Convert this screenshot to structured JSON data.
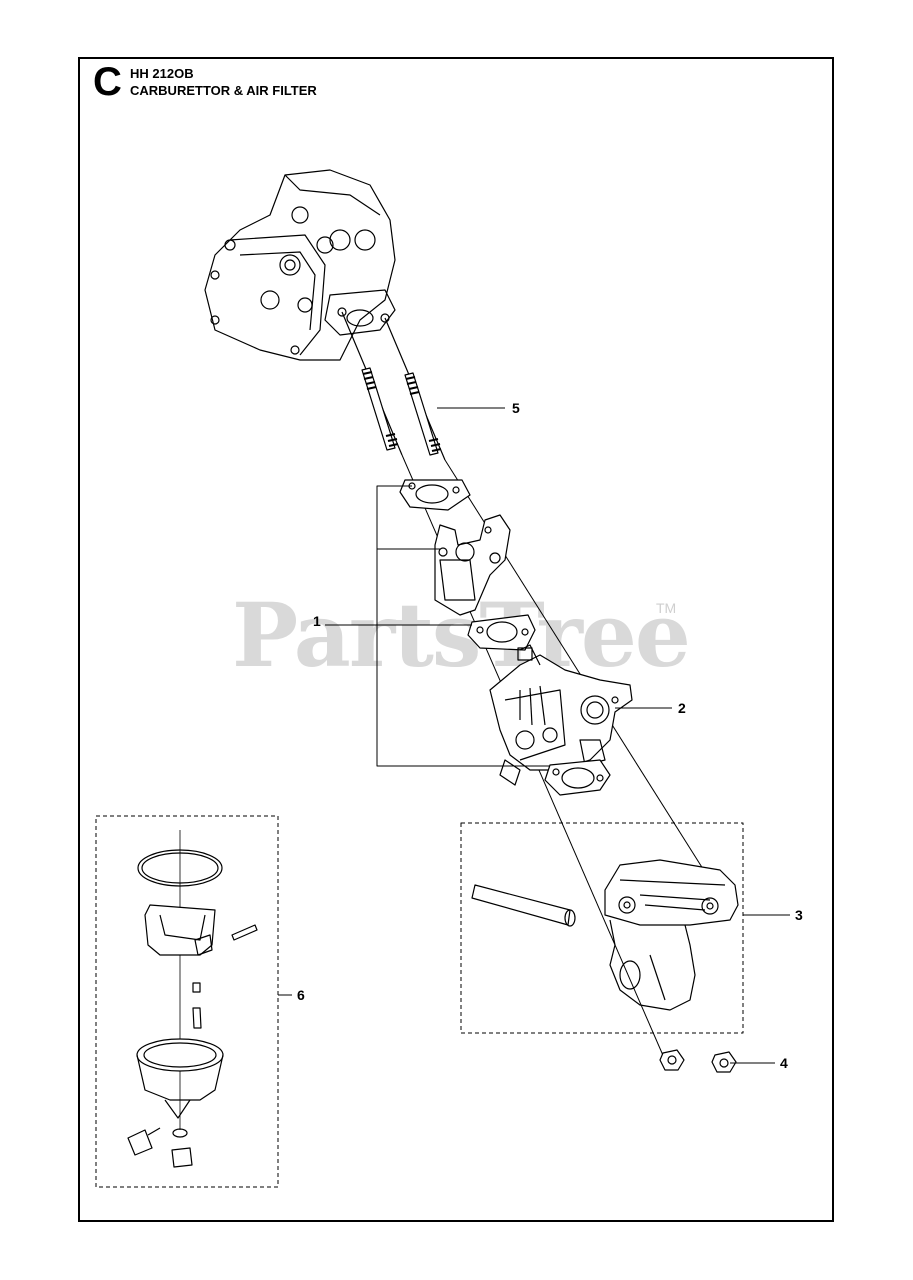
{
  "header": {
    "section_letter": "C",
    "model": "HH 212OB",
    "title": "CARBURETTOR & AIR FILTER"
  },
  "watermark": {
    "text": "PartsTree",
    "tm": "TM"
  },
  "callouts": {
    "c1": "1",
    "c2": "2",
    "c3": "3",
    "c4": "4",
    "c5": "5",
    "c6": "6"
  }
}
